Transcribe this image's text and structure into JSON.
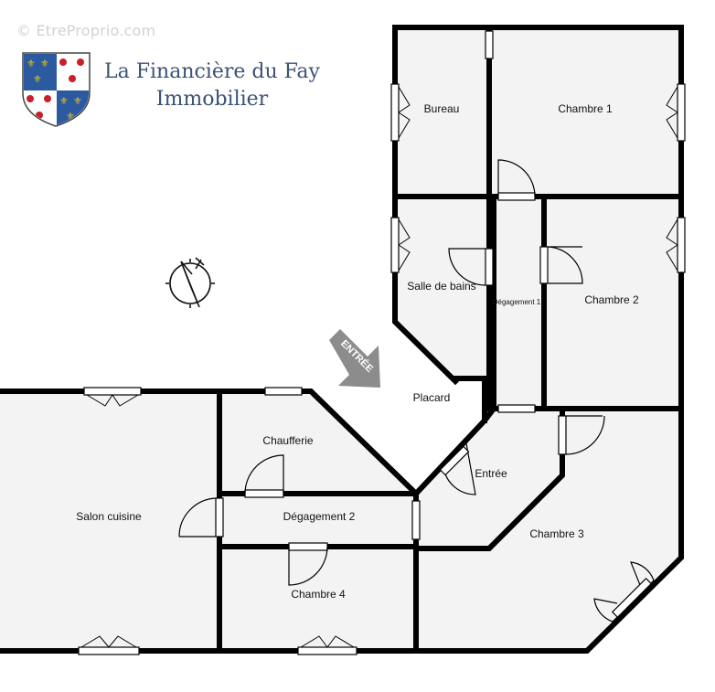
{
  "watermark": "© EtreProprio.com",
  "brand": {
    "line1": "La Financière du Fay",
    "line2": "Immobilier"
  },
  "entrance_arrow_label": "ENTRÉE",
  "rooms": {
    "bureau": "Bureau",
    "chambre1": "Chambre 1",
    "salle_de_bains": "Salle de bains",
    "degagement1": "Dégagement 1",
    "chambre2": "Chambre 2",
    "placard": "Placard",
    "chaufferie": "Chaufferie",
    "entree": "Entrée",
    "salon_cuisine": "Salon cuisine",
    "degagement2": "Dégagement 2",
    "chambre3": "Chambre 3",
    "chambre4": "Chambre 4"
  },
  "colors": {
    "wall": "#000000",
    "floor": "#f3f3f3",
    "brand": "#3b5276",
    "arrow": "#8c8c8c",
    "crest_blue": "#2c5aa0",
    "crest_red": "#c8202a",
    "crest_gold": "#e8c21e"
  },
  "icons": [
    "compass-icon",
    "coat-of-arms-logo",
    "entrance-arrow-icon"
  ]
}
